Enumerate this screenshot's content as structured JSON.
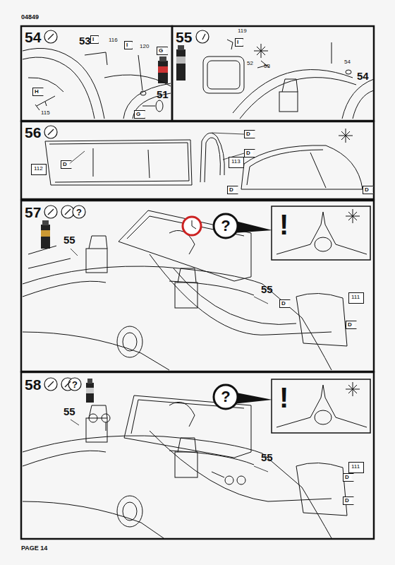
{
  "diagram": {
    "nodes": [
      {
        "text": [
          "112"
        ]
      },
      {
        "text": [
          "113"
        ]
      },
      {
        "text": [
          "111"
        ]
      },
      {
        "text": [
          "111"
        ]
      }
    ],
    "labels": [
      "04849",
      "54",
      "53",
      "I",
      "116",
      "I",
      "120",
      "G",
      "51",
      "G",
      "H",
      "115",
      "55",
      "119",
      "I",
      "52",
      "53",
      "54",
      "54",
      "56",
      "D",
      "D",
      "D",
      "D",
      "D",
      "57",
      "?",
      "55",
      "55",
      "?",
      "!",
      "D",
      "D",
      "58",
      "?",
      "55",
      "55",
      "?",
      "!",
      "D",
      "D",
      "PAGE 14"
    ]
  }
}
